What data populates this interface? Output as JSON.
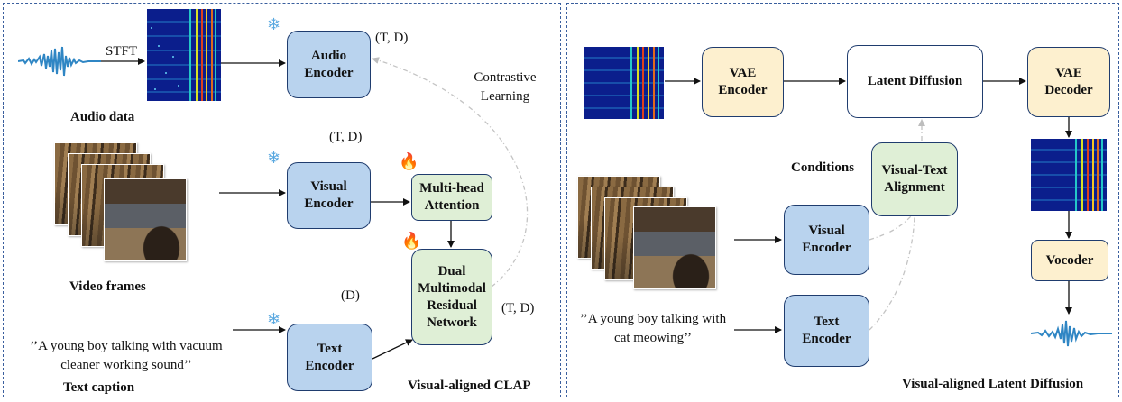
{
  "left_panel": {
    "title": "Visual-aligned CLAP",
    "stft_label": "STFT",
    "audio_data_label": "Audio data",
    "video_frames_label": "Video frames",
    "text_caption_label": "Text caption",
    "caption_text": "’’A young boy talking with vacuum cleaner working sound’’",
    "audio_encoder": "Audio Encoder",
    "visual_encoder": "Visual Encoder",
    "text_encoder": "Text Encoder",
    "multihead_attention": "Multi-head Attention",
    "dual_network": "Dual Multimodal Residual Network",
    "dim_audio": "(T, D)",
    "dim_visual": "(T, D)",
    "dim_text": "(D)",
    "dim_dual": "(T, D)",
    "contrastive_learning": "Contrastive Learning",
    "icons": {
      "frozen": "snowflake-icon",
      "trainable": "fire-icon"
    }
  },
  "right_panel": {
    "title": "Visual-aligned Latent Diffusion",
    "vae_encoder": "VAE Encoder",
    "latent_diffusion": "Latent Diffusion",
    "vae_decoder": "VAE Decoder",
    "vocoder": "Vocoder",
    "conditions_label": "Conditions",
    "visual_text_alignment": "Visual-Text Alignment",
    "visual_encoder": "Visual Encoder",
    "text_encoder": "Text Encoder",
    "caption_text": "’’A young boy talking with cat meowing’’"
  },
  "colors": {
    "panel_border": "#3a5f9e",
    "encoder_blue": "#b9d3ee",
    "module_green": "#dfefd6",
    "vae_yellow": "#fdf0cf",
    "waveform_blue": "#2f86c4",
    "spectrogram_bg": "#0b1e8c"
  }
}
